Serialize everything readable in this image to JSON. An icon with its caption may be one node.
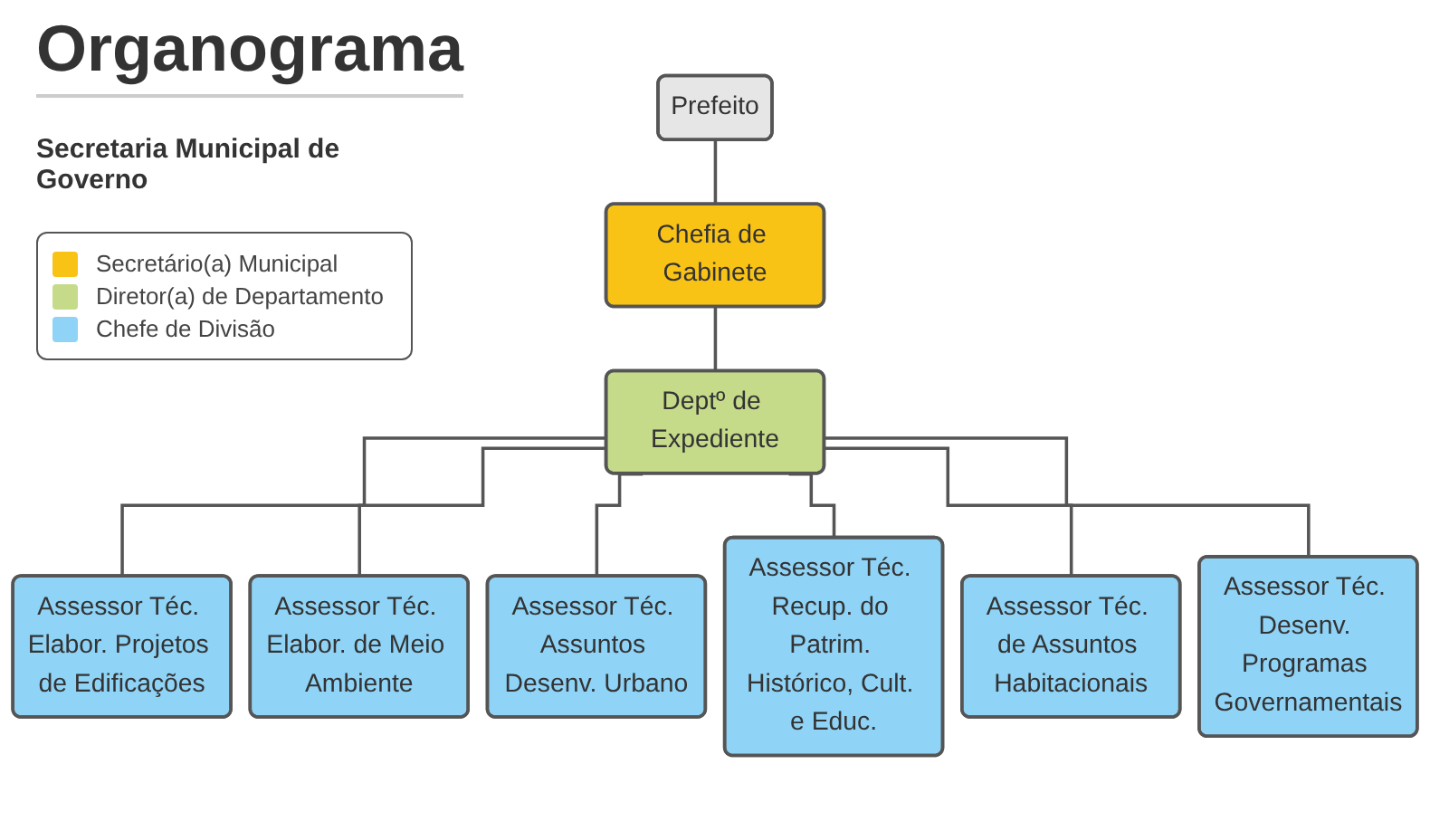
{
  "diagram": {
    "title": "Organograma",
    "nodes": [
      {
        "text": [
          "Prefeito"
        ]
      },
      {
        "text": [
          "Chefia de Gabinete"
        ]
      },
      {
        "text": [
          "Deptº de Expediente"
        ]
      },
      {
        "text": [
          "Assessor Téc. Elabor. Projetos de Edificações"
        ]
      },
      {
        "text": [
          "Assessor Téc. Elabor. de Meio Ambiente"
        ]
      },
      {
        "text": [
          "Assessor Téc. Assuntos Desenv. Urbano"
        ]
      },
      {
        "text": [
          "Assessor Téc. Recup. do Patrim. Histórico, Cult. e Educ."
        ]
      },
      {
        "text": [
          "Assessor Téc. de Assuntos Habitacionais"
        ]
      },
      {
        "text": [
          "Assessor Téc. Desenv. Programas Governamentais"
        ]
      }
    ],
    "edges": [
      {
        "from": 0,
        "to": 1,
        "arrow": "none"
      },
      {
        "from": 1,
        "to": 2,
        "arrow": "none"
      },
      {
        "from": 2,
        "to": 3,
        "arrow": "none"
      },
      {
        "from": 2,
        "to": 4,
        "arrow": "none"
      },
      {
        "from": 2,
        "to": 5,
        "arrow": "none"
      },
      {
        "from": 2,
        "to": 6,
        "arrow": "none"
      },
      {
        "from": 2,
        "to": 7,
        "arrow": "none"
      },
      {
        "from": 2,
        "to": 8,
        "arrow": "none"
      }
    ],
    "labels": [
      "Secretaria Municipal de Governo"
    ],
    "legend": [
      {
        "text": "Secretário(a) Municipal",
        "color": "#f9c316"
      },
      {
        "text": "Diretor(a) de Departamento",
        "color": "#c5db8a"
      },
      {
        "text": "Chefe de Divisão",
        "color": "#8fd3f6"
      }
    ]
  }
}
